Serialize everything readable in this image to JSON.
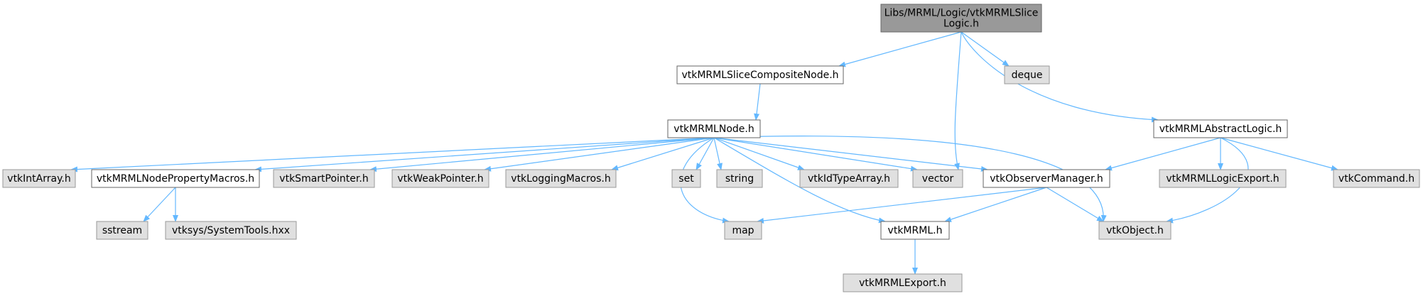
{
  "colors": {
    "root_fill": "#999999",
    "root_stroke": "#666666",
    "node_fill": "#ffffff",
    "node_stroke": "#666666",
    "external_fill": "#e0e0e0",
    "external_stroke": "#999999",
    "edge": "#63b8ff"
  },
  "graph": {
    "nodes": [
      {
        "id": "root",
        "kind": "root",
        "lines": [
          "Libs/MRML/Logic/vtkMRMLSlice",
          "Logic.h"
        ]
      },
      {
        "id": "composite",
        "kind": "file",
        "lines": [
          "vtkMRMLSliceCompositeNode.h"
        ]
      },
      {
        "id": "deque",
        "kind": "external",
        "lines": [
          "deque"
        ]
      },
      {
        "id": "abstract",
        "kind": "file",
        "lines": [
          "vtkMRMLAbstractLogic.h"
        ]
      },
      {
        "id": "mrmlnode",
        "kind": "file",
        "lines": [
          "vtkMRMLNode.h"
        ]
      },
      {
        "id": "intarray",
        "kind": "external",
        "lines": [
          "vtkIntArray.h"
        ]
      },
      {
        "id": "propmacros",
        "kind": "file",
        "lines": [
          "vtkMRMLNodePropertyMacros.h"
        ]
      },
      {
        "id": "smartptr",
        "kind": "external",
        "lines": [
          "vtkSmartPointer.h"
        ]
      },
      {
        "id": "weakptr",
        "kind": "external",
        "lines": [
          "vtkWeakPointer.h"
        ]
      },
      {
        "id": "logmacros",
        "kind": "external",
        "lines": [
          "vtkLoggingMacros.h"
        ]
      },
      {
        "id": "set",
        "kind": "external",
        "lines": [
          "set"
        ]
      },
      {
        "id": "string",
        "kind": "external",
        "lines": [
          "string"
        ]
      },
      {
        "id": "idtype",
        "kind": "external",
        "lines": [
          "vtkIdTypeArray.h"
        ]
      },
      {
        "id": "vector",
        "kind": "external",
        "lines": [
          "vector"
        ]
      },
      {
        "id": "observer",
        "kind": "file",
        "lines": [
          "vtkObserverManager.h"
        ]
      },
      {
        "id": "logicexport",
        "kind": "external",
        "lines": [
          "vtkMRMLLogicExport.h"
        ]
      },
      {
        "id": "command",
        "kind": "external",
        "lines": [
          "vtkCommand.h"
        ]
      },
      {
        "id": "sstream",
        "kind": "external",
        "lines": [
          "sstream"
        ]
      },
      {
        "id": "systools",
        "kind": "external",
        "lines": [
          "vtksys/SystemTools.hxx"
        ]
      },
      {
        "id": "map",
        "kind": "external",
        "lines": [
          "map"
        ]
      },
      {
        "id": "vtkmrml",
        "kind": "file",
        "lines": [
          "vtkMRML.h"
        ]
      },
      {
        "id": "vtkobject",
        "kind": "external",
        "lines": [
          "vtkObject.h"
        ]
      },
      {
        "id": "mrmlexport",
        "kind": "external",
        "lines": [
          "vtkMRMLExport.h"
        ]
      }
    ],
    "edges": [
      [
        "root",
        "composite"
      ],
      [
        "root",
        "vector"
      ],
      [
        "root",
        "deque"
      ],
      [
        "root",
        "abstract"
      ],
      [
        "composite",
        "mrmlnode"
      ],
      [
        "mrmlnode",
        "intarray"
      ],
      [
        "mrmlnode",
        "propmacros"
      ],
      [
        "mrmlnode",
        "smartptr"
      ],
      [
        "mrmlnode",
        "weakptr"
      ],
      [
        "mrmlnode",
        "logmacros"
      ],
      [
        "mrmlnode",
        "map"
      ],
      [
        "mrmlnode",
        "set"
      ],
      [
        "mrmlnode",
        "string"
      ],
      [
        "mrmlnode",
        "vtkmrml"
      ],
      [
        "mrmlnode",
        "idtype"
      ],
      [
        "mrmlnode",
        "vector"
      ],
      [
        "mrmlnode",
        "observer"
      ],
      [
        "mrmlnode",
        "vtkobject"
      ],
      [
        "propmacros",
        "sstream"
      ],
      [
        "propmacros",
        "systools"
      ],
      [
        "abstract",
        "observer"
      ],
      [
        "abstract",
        "logicexport"
      ],
      [
        "abstract",
        "command"
      ],
      [
        "abstract",
        "vtkobject"
      ],
      [
        "observer",
        "map"
      ],
      [
        "observer",
        "vtkmrml"
      ],
      [
        "observer",
        "vtkobject"
      ],
      [
        "vtkmrml",
        "mrmlexport"
      ]
    ]
  }
}
